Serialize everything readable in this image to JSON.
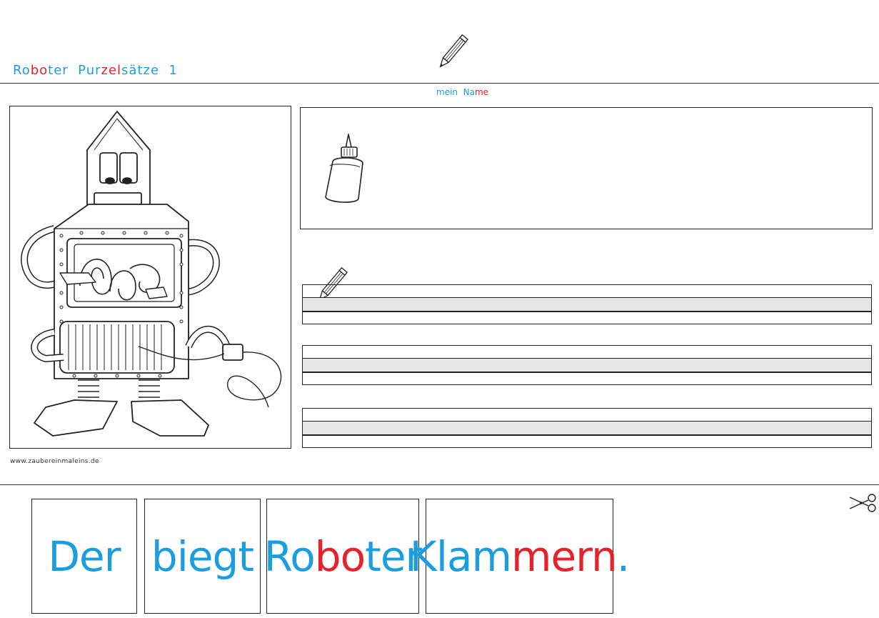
{
  "title": {
    "parts": [
      {
        "text": "Ro",
        "color": "blue"
      },
      {
        "text": "bo",
        "color": "red"
      },
      {
        "text": "ter  ",
        "color": "blue"
      },
      {
        "text": "Pur",
        "color": "blue"
      },
      {
        "text": "zel",
        "color": "red"
      },
      {
        "text": "sätze  ",
        "color": "blue"
      },
      {
        "text": "1",
        "color": "blue"
      }
    ]
  },
  "name_label": {
    "parts": [
      {
        "text": "mein  Na",
        "color": "blue"
      },
      {
        "text": "me",
        "color": "red"
      }
    ]
  },
  "website": "www.zaubereinmaleins.de",
  "cards": [
    {
      "parts": [
        {
          "text": "Der",
          "color": "blue"
        }
      ]
    },
    {
      "parts": [
        {
          "text": "biegt",
          "color": "blue"
        }
      ]
    },
    {
      "parts": [
        {
          "text": "Ro",
          "color": "blue"
        },
        {
          "text": "bo",
          "color": "red"
        },
        {
          "text": "ter",
          "color": "blue"
        }
      ]
    },
    {
      "parts": [
        {
          "text": "Klam",
          "color": "blue"
        },
        {
          "text": "mern",
          "color": "red"
        },
        {
          "text": ".",
          "color": "blue"
        }
      ]
    }
  ],
  "colors": {
    "blue": "#1a9ee0",
    "red": "#e8222a"
  },
  "icons": [
    "pencil-icon",
    "glue-bottle-icon",
    "scissors-icon",
    "robot-illustration"
  ]
}
